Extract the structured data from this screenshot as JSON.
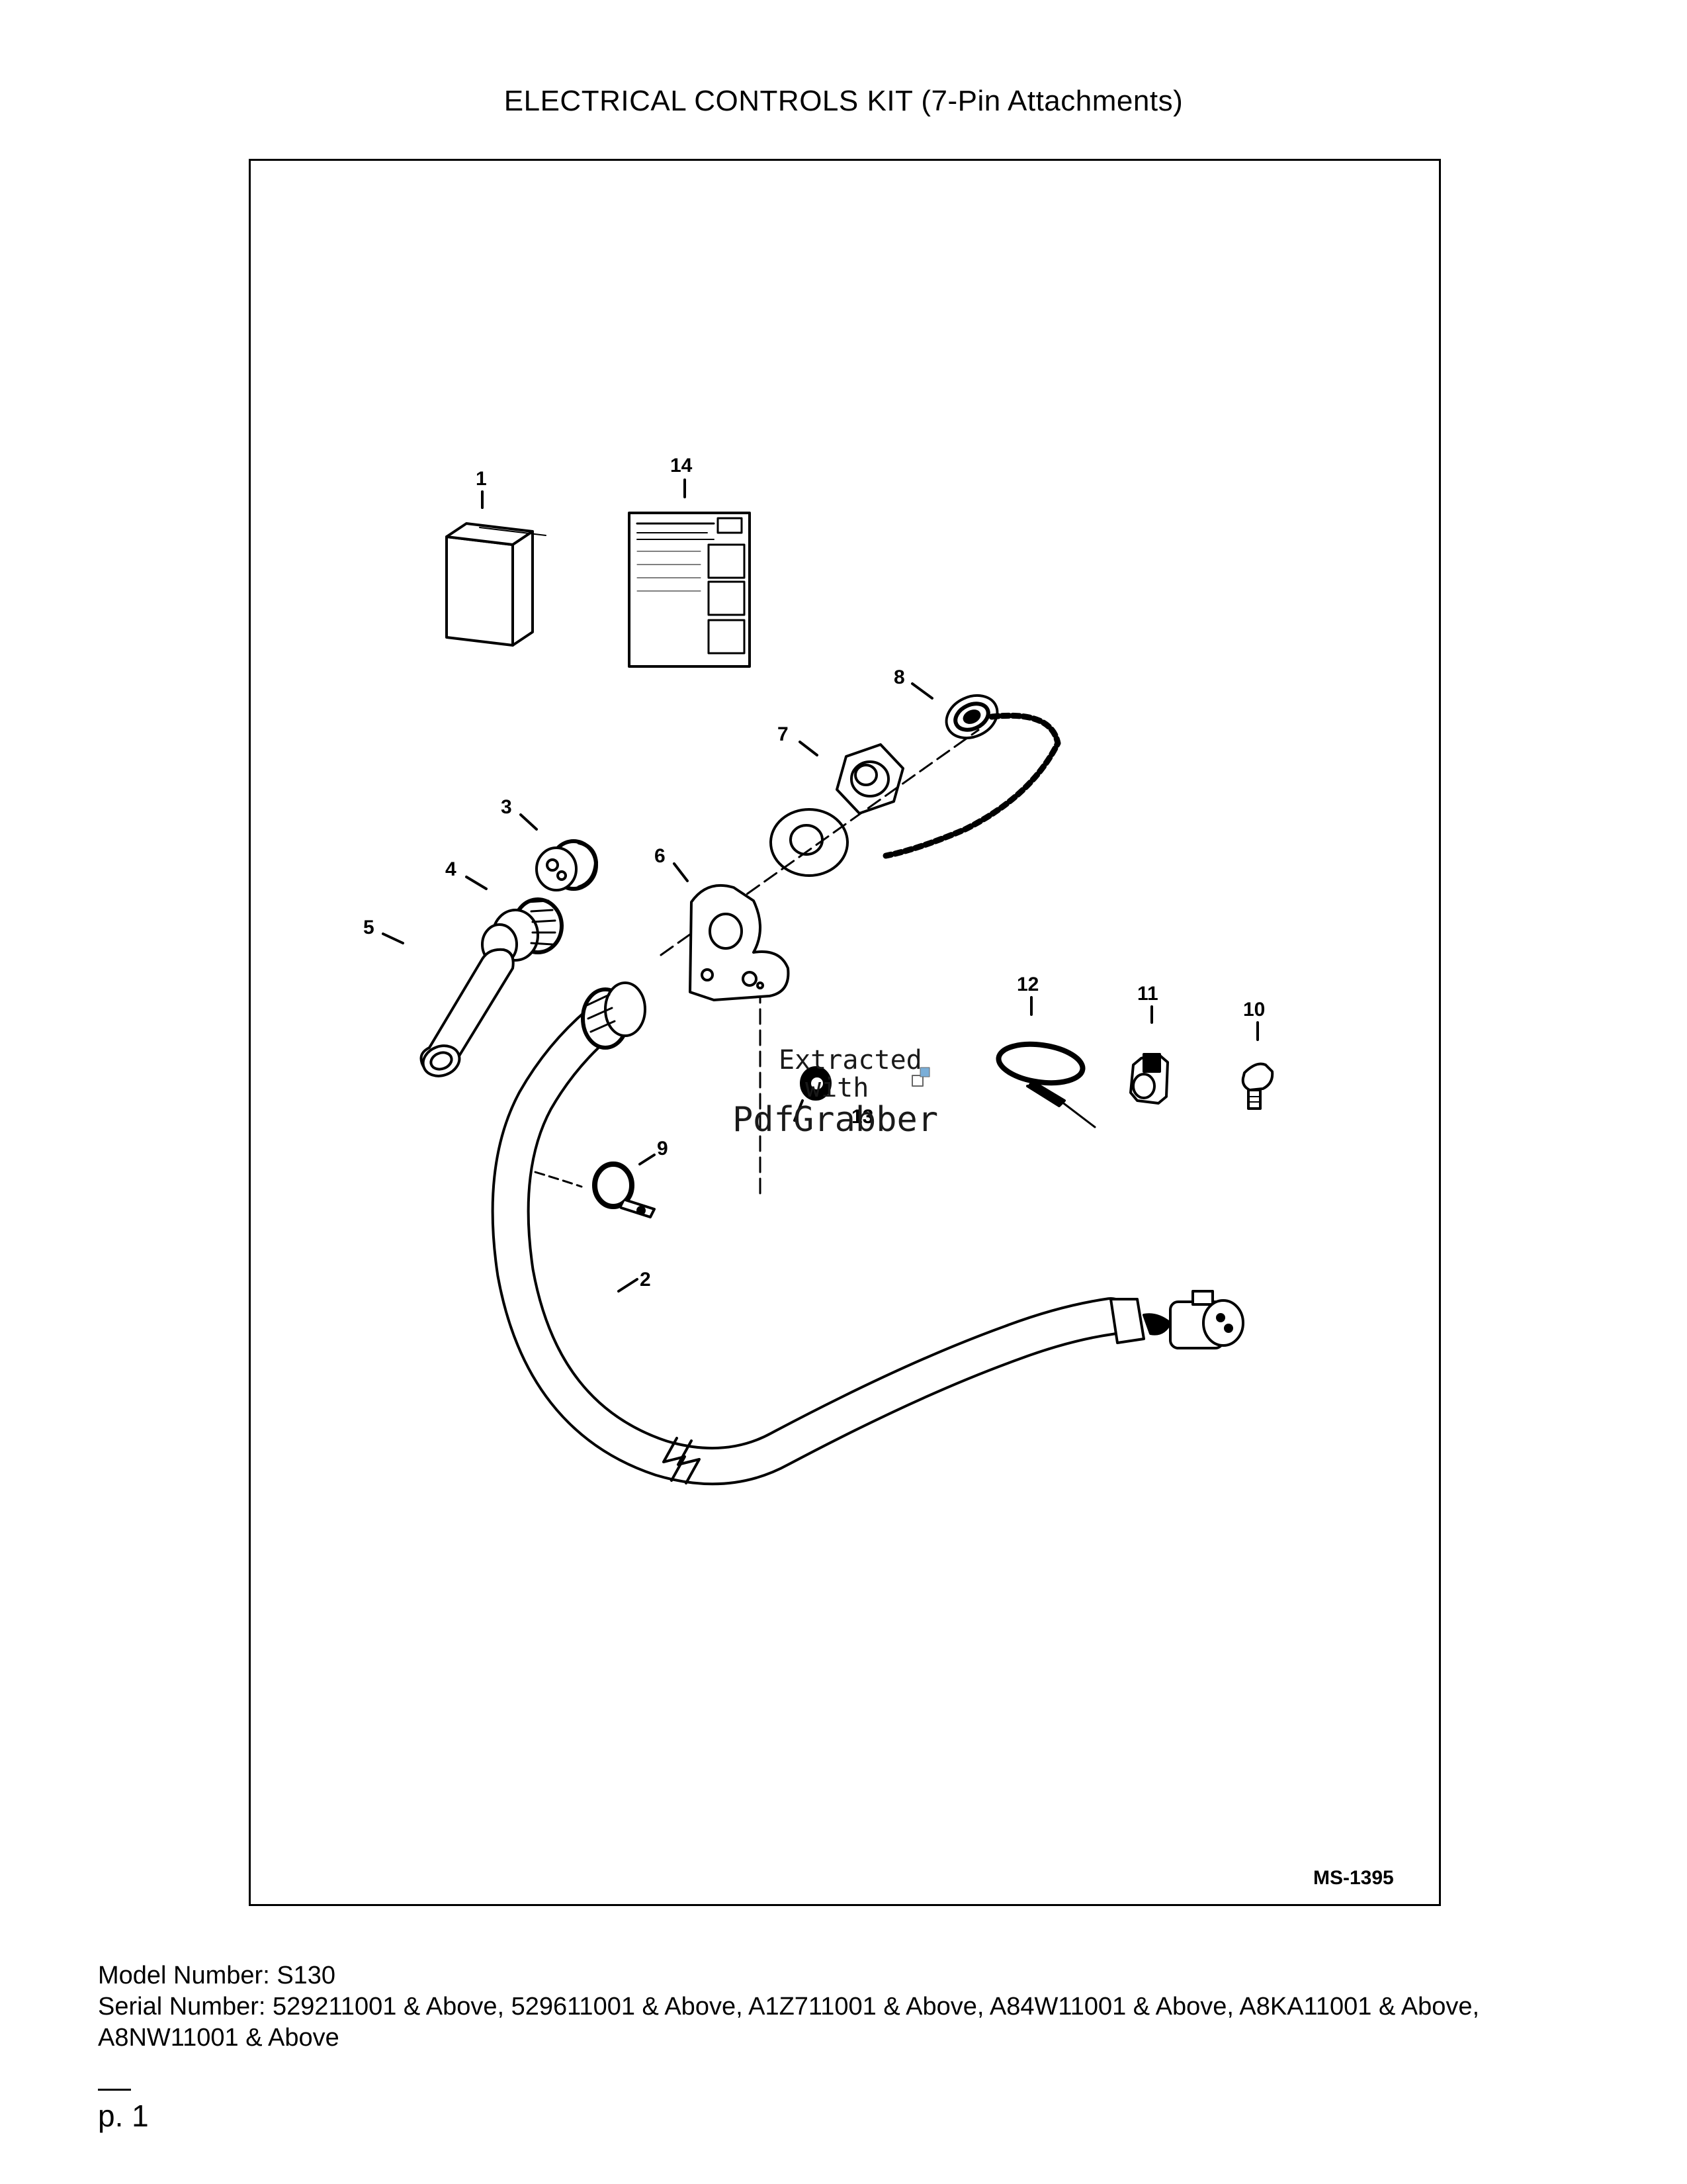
{
  "page": {
    "title": "ELECTRICAL CONTROLS KIT (7-Pin Attachments)",
    "drawing_code": "MS-1395",
    "callouts": {
      "c1": "1",
      "c2": "2",
      "c3": "3",
      "c4": "4",
      "c5": "5",
      "c6": "6",
      "c7": "7",
      "c8": "8",
      "c9": "9",
      "c10": "10",
      "c11": "11",
      "c12": "12",
      "c13": "13",
      "c14": "14"
    },
    "watermark": {
      "line1": "Extracted",
      "line2": "with",
      "brand_a": "Pdf",
      "brand_b": "Grabber"
    },
    "footer": {
      "model": "Model Number: S130",
      "serial": "Serial Number: 529211001 & Above, 529611001 & Above, A1Z711001 & Above, A84W11001 & Above, A8KA11001 & Above, A8NW11001 & Above"
    },
    "page_label": "p. 1"
  }
}
